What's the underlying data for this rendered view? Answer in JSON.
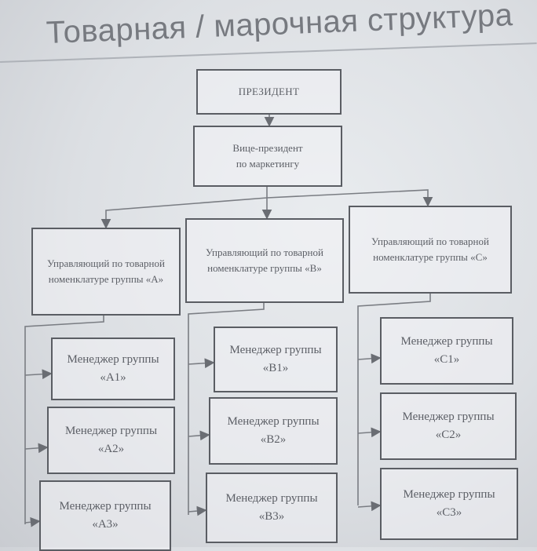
{
  "title": "Товарная / марочная структура",
  "president": {
    "label": "ПРЕЗИДЕНТ"
  },
  "vice_president": {
    "label": "Вице-президент\nпо маркетингу"
  },
  "heads": [
    {
      "label": "Управляющий по товарной\nноменклатуре группы «А»"
    },
    {
      "label": "Управляющий по товарной\nноменклатуре группы «В»"
    },
    {
      "label": "Управляющий по товарной\nноменклатуре группы «С»"
    }
  ],
  "managers": {
    "a": [
      "Менеджер группы\n«А1»",
      "Менеджер группы\n«А2»",
      "Менеджер группы\n«А3»"
    ],
    "b": [
      "Менеджер группы\n«В1»",
      "Менеджер группы\n«В2»",
      "Менеджер группы\n«В3»"
    ],
    "c": [
      "Менеджер группы\n«С1»",
      "Менеджер группы\n«С2»",
      "Менеджер группы\n«С3»"
    ]
  }
}
